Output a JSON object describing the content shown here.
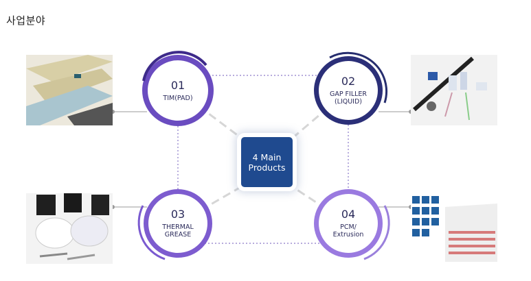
{
  "heading": "사업분야",
  "center": {
    "line1": "4 Main",
    "line2": "Products"
  },
  "products": [
    {
      "number": "01",
      "label_line1": "TIM(PAD)",
      "label_line2": ""
    },
    {
      "number": "02",
      "label_line1": "GAP FILLER",
      "label_line2": "(LIQUID)"
    },
    {
      "number": "03",
      "label_line1": "THERMAL",
      "label_line2": "GREASE"
    },
    {
      "number": "04",
      "label_line1": "PCM/",
      "label_line2": "Extrusion"
    }
  ],
  "colors": {
    "primary_purple": "#5b3fb0",
    "navy_ring": "#262d6e",
    "light_purple": "#8e6ad8",
    "center_blue": "#1f4a8f"
  }
}
